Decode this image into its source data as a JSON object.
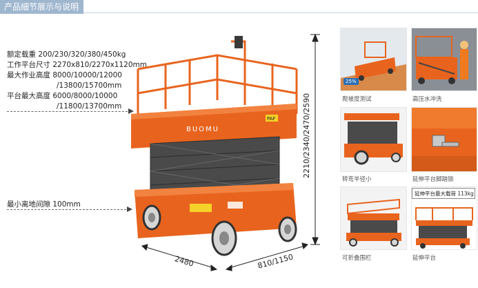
{
  "header": {
    "title": "产品細节展示与说明"
  },
  "specs": {
    "rated_load": "额定载重 200/230/320/380/450kg",
    "platform_size": "工作平台尺寸 2270x810/2270x1120mm",
    "max_working_height_1": "最大作业高度 8000/10000/12000",
    "max_working_height_2": "/13800/15700mm",
    "max_platform_height_1": "平台最大高度 6000/8000/10000",
    "max_platform_height_2": "/11800/13700mm",
    "min_ground_clearance": "最小离地间隙 100mm"
  },
  "machine": {
    "brand": "BUOMU",
    "logo_text": "PAF",
    "colors": {
      "body": "#e8641e",
      "scissor": "#4a4a4a",
      "tire": "#cfcfcf"
    }
  },
  "dimensions": {
    "height": "2210/2340/2470/2590",
    "length": "2480",
    "width": "810/1150"
  },
  "gallery": [
    {
      "caption": "爬坡度测试",
      "badge": "25%"
    },
    {
      "caption": "高压水冲洗"
    },
    {
      "caption": "转弯半径小"
    },
    {
      "caption": "延伸平台脚踏锁"
    },
    {
      "caption": "可折叠围栏"
    },
    {
      "caption": "延伸平台",
      "callout": "延伸平台最大载荷 113kg"
    }
  ]
}
